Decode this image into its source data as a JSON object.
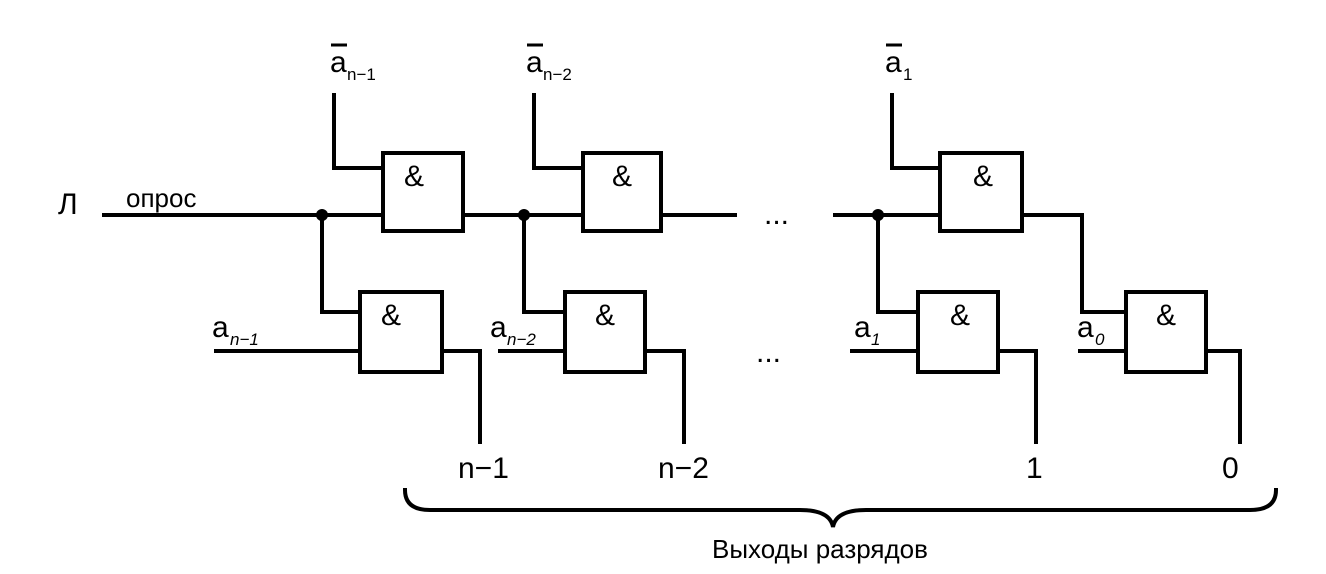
{
  "input": {
    "pulse_symbol": "Л",
    "poll_label": "опрос"
  },
  "gate_symbol": "&",
  "ellipsis": "...",
  "top_inputs": [
    {
      "base": "a",
      "sub": "n−1"
    },
    {
      "base": "a",
      "sub": "n−2"
    },
    {
      "base": "a",
      "sub": "1"
    }
  ],
  "bottom_inputs": [
    {
      "base": "a",
      "sub": "n−1"
    },
    {
      "base": "a",
      "sub": "n−2"
    },
    {
      "base": "a",
      "sub": "1"
    },
    {
      "base": "a",
      "sub": "0"
    }
  ],
  "outputs": [
    "n−1",
    "n−2",
    "1",
    "0"
  ],
  "caption": "Выходы разрядов"
}
